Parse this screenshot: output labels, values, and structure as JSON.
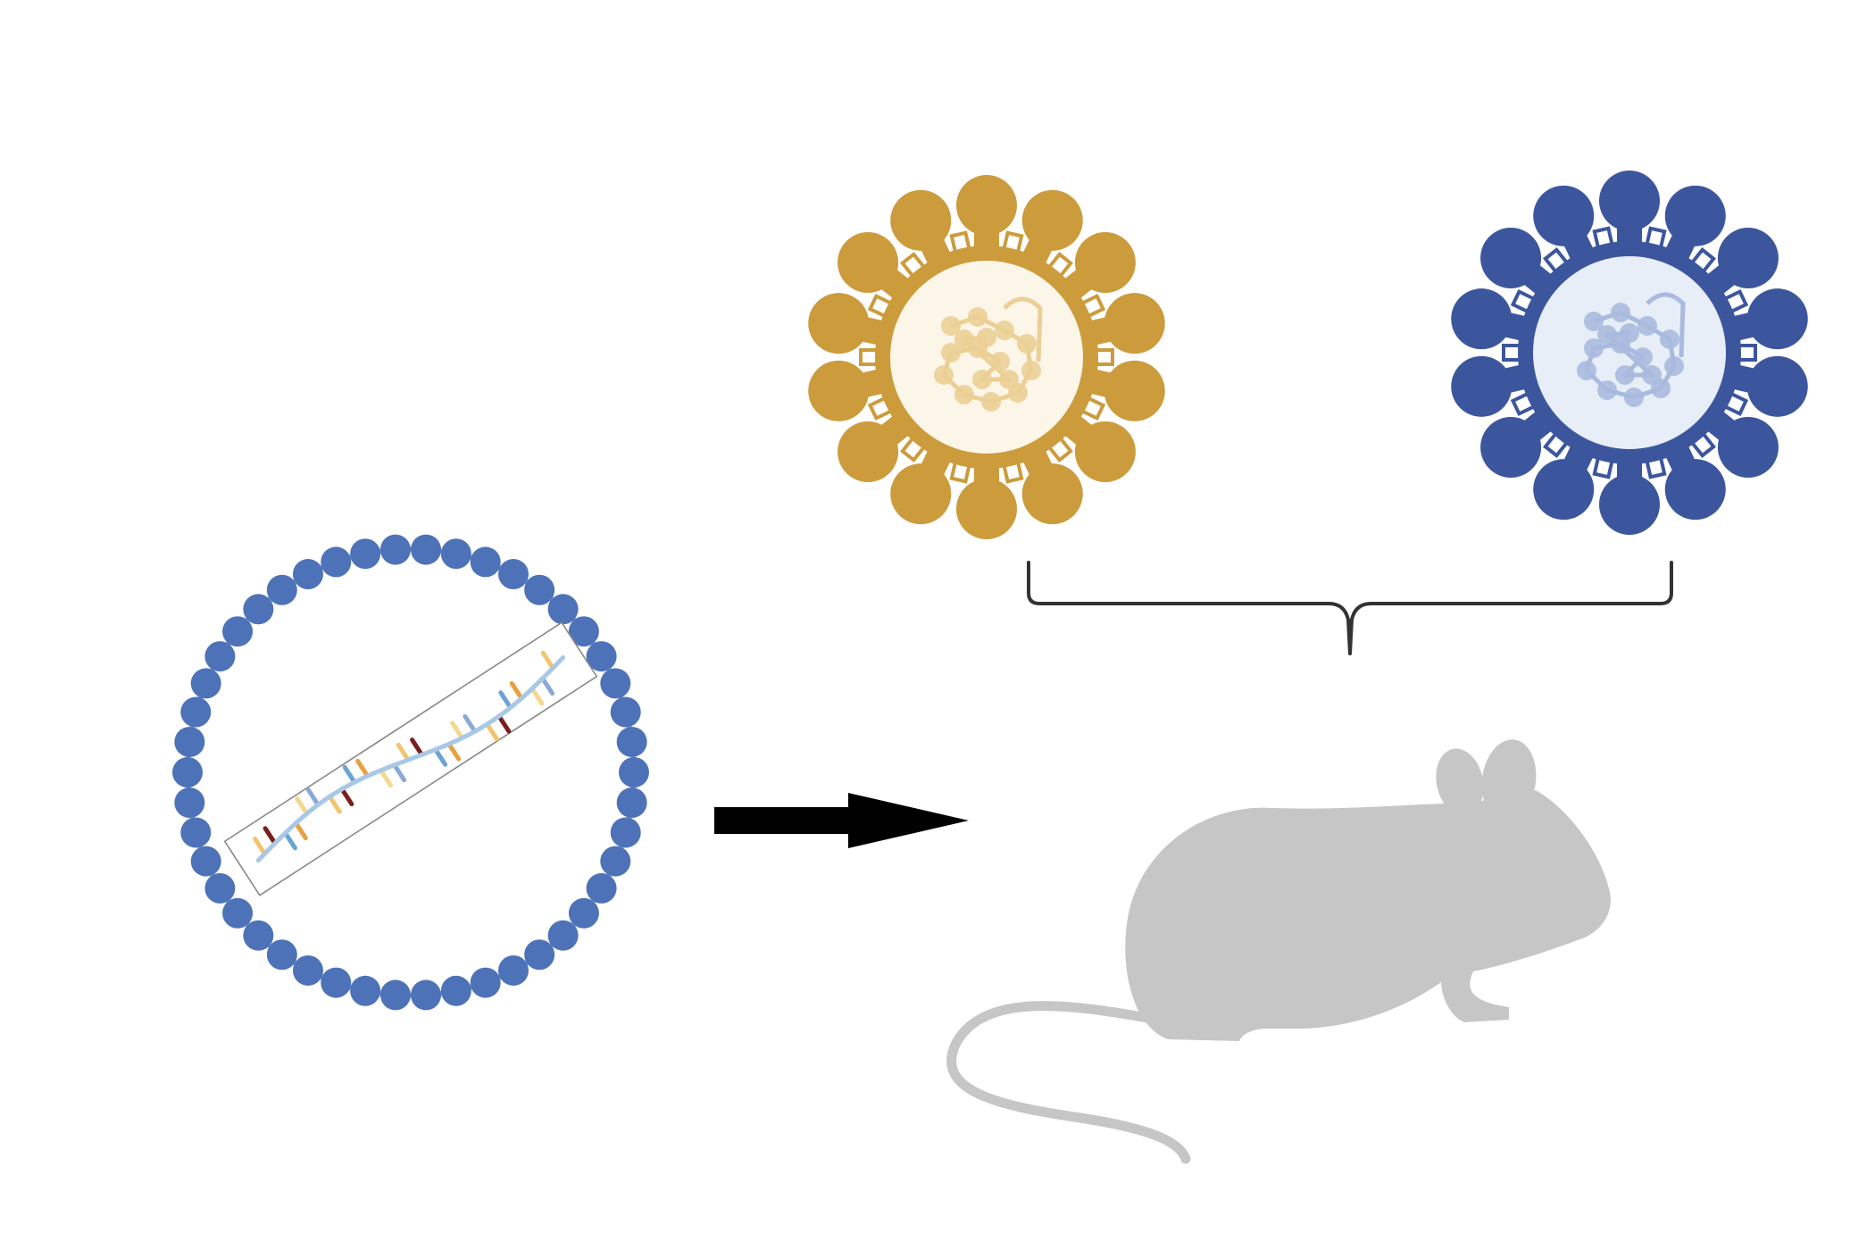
{
  "diagram": {
    "background": "#ffffff",
    "lnp": {
      "icon": "lipid-nanoparticle-icon",
      "bead_color": "#4e72b8",
      "bead_count": 46,
      "cargo_icon": "mrna-strand-icon",
      "strand_color": "#a8c8e6",
      "base_colors": [
        "#f2c46d",
        "#7a1e1e",
        "#6aa4d6",
        "#e8a040",
        "#f4d890",
        "#8aa8d8"
      ]
    },
    "arrow": {
      "icon": "arrow-right-icon",
      "color": "#000000"
    },
    "viruses": [
      {
        "icon": "virus-gold-icon",
        "color": "#cc9b3c",
        "core_color": "#fcf6e9",
        "genome_color": "#ebcf95",
        "spike_count": 14
      },
      {
        "icon": "virus-blue-icon",
        "color": "#3c569e",
        "core_color": "#e8eef7",
        "genome_color": "#a8bade",
        "spike_count": 14
      }
    ],
    "brace": {
      "icon": "curly-brace-icon",
      "color": "#333333"
    },
    "mouse": {
      "icon": "mouse-silhouette-icon",
      "color": "#c6c6c6"
    }
  }
}
